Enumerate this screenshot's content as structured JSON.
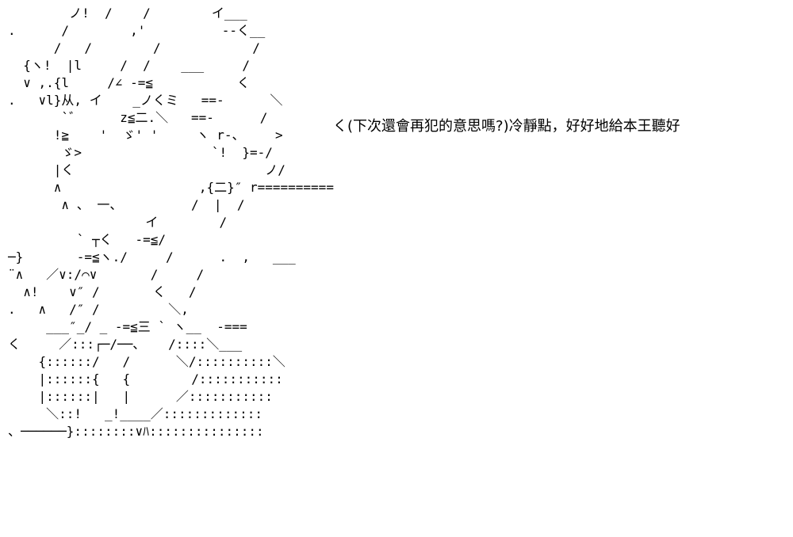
{
  "art": {
    "lines": [
      "        ノ!  /    /        イ___",
      ".      /        ,'          --く__",
      "      /   /        /            /",
      "  {ヽ!  |l     /  /    ___     /",
      "  ∨ ,.{l     /∠ -=≦           く",
      ".   ∨l}从, イ    _ノくミ   ==-      ＼",
      "       `゛     z≦二.＼   ==-      /",
      "      !≧    '  ゞ' '     ヽ r-、    >",
      "       ゞ>                 `!  }=-/",
      "      |く                         ノ/",
      "      ∧                  ,{二}″ r==========",
      "       ∧ 、 一、         /  |  /",
      "                  イ        /",
      "         ` ┬く   -=≦/",
      "─}       -=≦ヽ./     /      .  ,   ___",
      "¨∧   ／∨:/⌒∨       /     /",
      "  ∧!    ∨″ /       く   /",
      ".   ∧   /″ /         ＼,",
      "     ___″_/ _ -=≦三 ` ヽ__  -===",
      "く     ／:::┌─/──、   /::::＼___",
      "    {::::::/   /      ＼/::::::::::＼",
      "    |::::::{   {        /:::::::::::",
      "    |::::::|   |      ／:::::::::::",
      "     ＼::!   _!____／:::::::::::::",
      "、──────}::::::::∨ﾊ:::::::::::::::"
    ]
  },
  "speech": {
    "text": "く(下次還會再犯的意思嗎?)冷靜點，好好地給本王聽好"
  }
}
